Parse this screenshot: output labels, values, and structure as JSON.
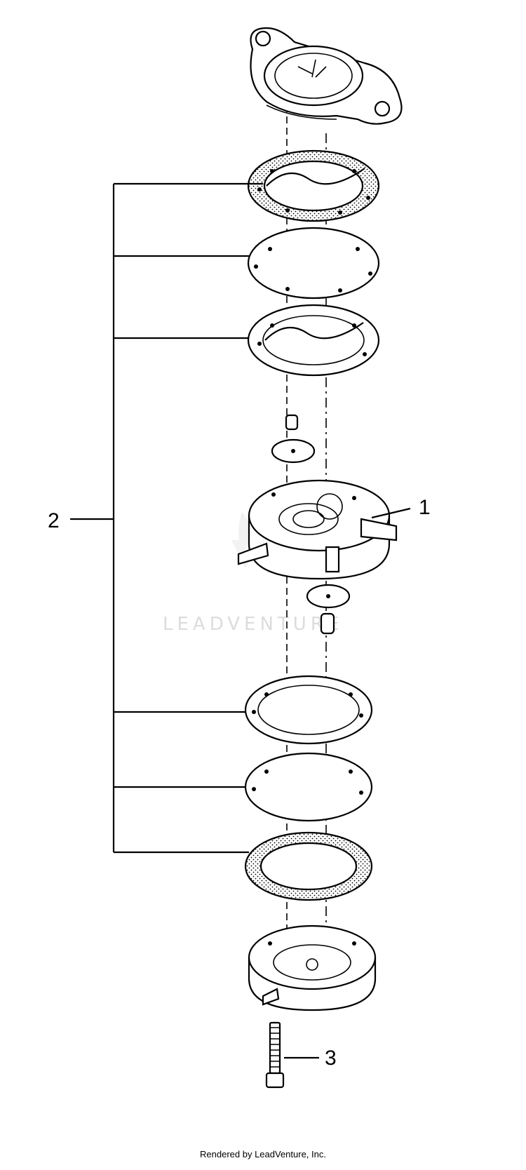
{
  "callouts": {
    "pump_body": "1",
    "gasket_kit": "2",
    "screw": "3"
  },
  "watermark": "LEADVENTURE",
  "footer": "Rendered by LeadVenture, Inc."
}
